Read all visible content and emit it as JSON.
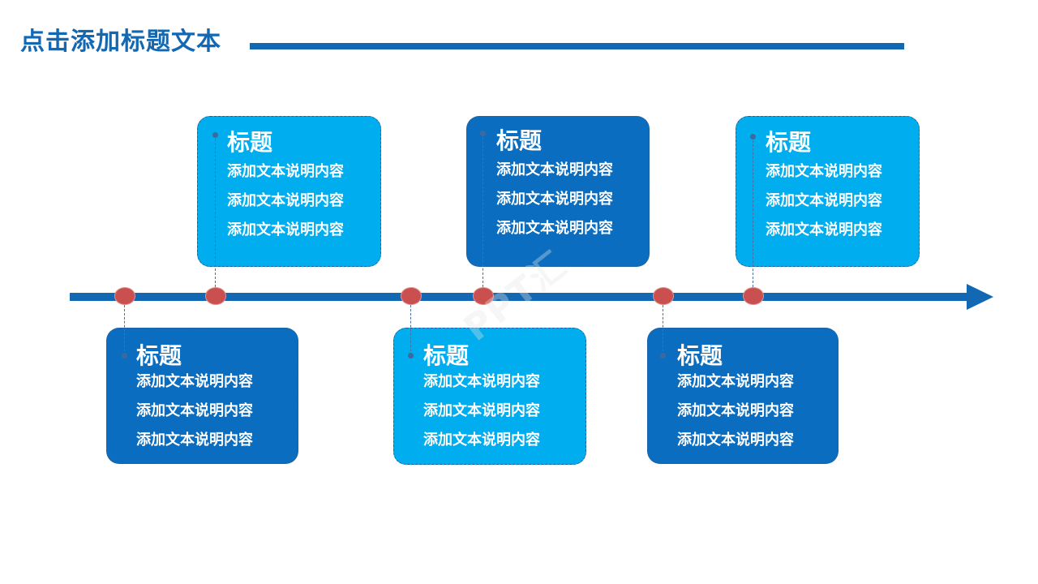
{
  "title": "点击添加标题文本",
  "watermark": "PPT汇",
  "cards": [
    {
      "title": "标题",
      "lines": [
        "添加文本说明内容",
        "添加文本说明内容",
        "添加文本说明内容"
      ]
    },
    {
      "title": "标题",
      "lines": [
        "添加文本说明内容",
        "添加文本说明内容",
        "添加文本说明内容"
      ]
    },
    {
      "title": "标题",
      "lines": [
        "添加文本说明内容",
        "添加文本说明内容",
        "添加文本说明内容"
      ]
    },
    {
      "title": "标题",
      "lines": [
        "添加文本说明内容",
        "添加文本说明内容",
        "添加文本说明内容"
      ]
    },
    {
      "title": "标题",
      "lines": [
        "添加文本说明内容",
        "添加文本说明内容",
        "添加文本说明内容"
      ]
    },
    {
      "title": "标题",
      "lines": [
        "添加文本说明内容",
        "添加文本说明内容",
        "添加文本说明内容"
      ]
    }
  ],
  "colors": {
    "accent": "#1268b3",
    "light_card": "#00adef",
    "dark_card": "#0a6dbf",
    "marker": "#c9504f"
  }
}
